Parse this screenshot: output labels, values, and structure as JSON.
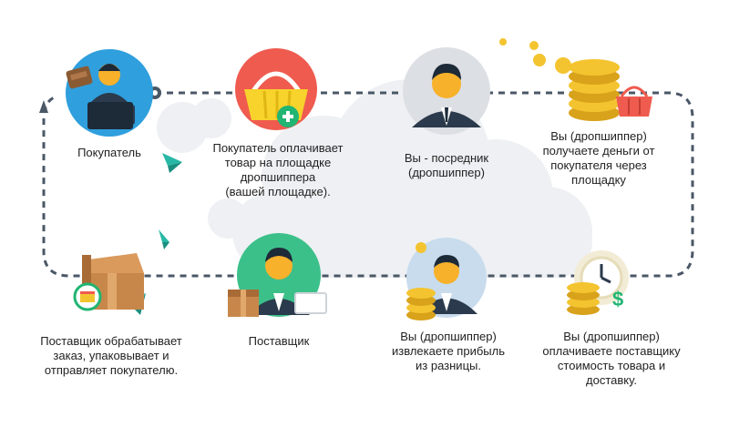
{
  "colors": {
    "accent_blue": "#2f9fdd",
    "accent_red": "#ef5b4f",
    "accent_gray": "#dcdfe4",
    "accent_green": "#21b573",
    "skin": "#f7b12b",
    "suit": "#2b3a4c",
    "coin": "#f4c430",
    "box": "#c8874a",
    "dash": "#4a5766",
    "cloud": "#eef0f3"
  },
  "steps": {
    "buyer": {
      "lines": [
        "Покупатель"
      ],
      "icon": "buyer-laptop-icon"
    },
    "pay": {
      "lines": [
        "Покупатель оплачивает",
        "товар на площадке",
        "дропшиппера",
        "(вашей площадке)."
      ],
      "icon": "basket-add-icon"
    },
    "middleman": {
      "lines": [
        "Вы - посредник",
        "(дропшиппер)"
      ],
      "icon": "businessman-icon"
    },
    "receive": {
      "lines": [
        "Вы (дропшиппер)",
        "получаете деньги от",
        "покупателя через",
        "площадку"
      ],
      "icon": "coins-basket-icon"
    },
    "pay_supplier": {
      "lines": [
        "Вы (дропшиппер)",
        "оплачиваете поставщику",
        "стоимость товара и",
        "доставку."
      ],
      "icon": "clock-coins-dollar-icon"
    },
    "profit": {
      "lines": [
        "Вы (дропшиппер)",
        "извлекаете прибыль",
        "из разницы."
      ],
      "icon": "businessman-coins-icon"
    },
    "supplier": {
      "lines": [
        "Поставщик"
      ],
      "icon": "supplier-box-icon"
    },
    "ship": {
      "lines": [
        "Поставщик обрабатывает",
        "заказ, упаковывает и",
        "отправляет покупателю."
      ],
      "icon": "package-box-icon"
    }
  }
}
